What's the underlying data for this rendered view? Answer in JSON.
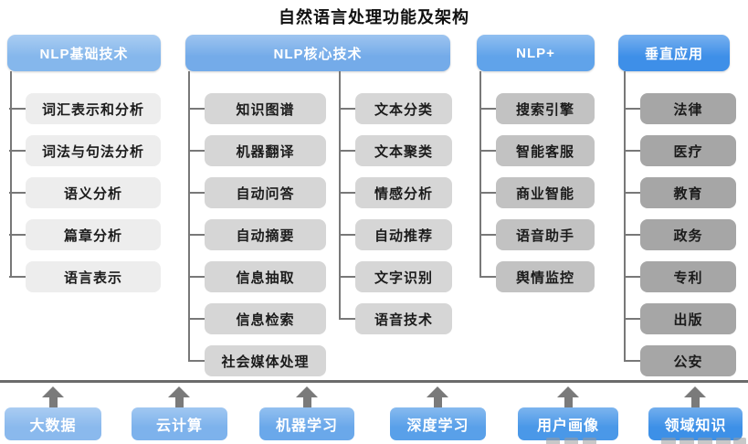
{
  "title": "自然语言处理功能及架构",
  "palette": {
    "header_colors": [
      "#85b7ec",
      "#74abe9",
      "#60a3ea",
      "#3e8fe8"
    ],
    "box_colors": [
      "#ededed",
      "#d6d6d6",
      "#c2c2c2",
      "#a6a6a6"
    ],
    "foundation_colors": [
      "#8ab9ed",
      "#7db2ec",
      "#6aa8ea",
      "#59a0e9",
      "#4a98e8",
      "#3d90e7"
    ],
    "line_color": "#787878",
    "arrow_color": "#7a7a7a",
    "separator_color": "#6b6b6b"
  },
  "columns": [
    {
      "header": "NLP基础技术",
      "items": [
        "词汇表示和分析",
        "词法与句法分析",
        "语义分析",
        "篇章分析",
        "语言表示"
      ]
    },
    {
      "header": "NLP核心技术",
      "left_items": [
        "知识图谱",
        "机器翻译",
        "自动问答",
        "自动摘要",
        "信息抽取",
        "信息检索",
        "社会媒体处理"
      ],
      "right_items": [
        "文本分类",
        "文本聚类",
        "情感分析",
        "自动推荐",
        "文字识别",
        "语音技术"
      ]
    },
    {
      "header": "NLP+",
      "items": [
        "搜索引擎",
        "智能客服",
        "商业智能",
        "语音助手",
        "舆情监控"
      ]
    },
    {
      "header": "垂直应用",
      "items": [
        "法律",
        "医疗",
        "教育",
        "政务",
        "专利",
        "出版",
        "公安"
      ]
    }
  ],
  "foundation": {
    "items": [
      "大数据",
      "云计算",
      "机器学习",
      "深度学习",
      "用户画像",
      "领域知识"
    ]
  }
}
